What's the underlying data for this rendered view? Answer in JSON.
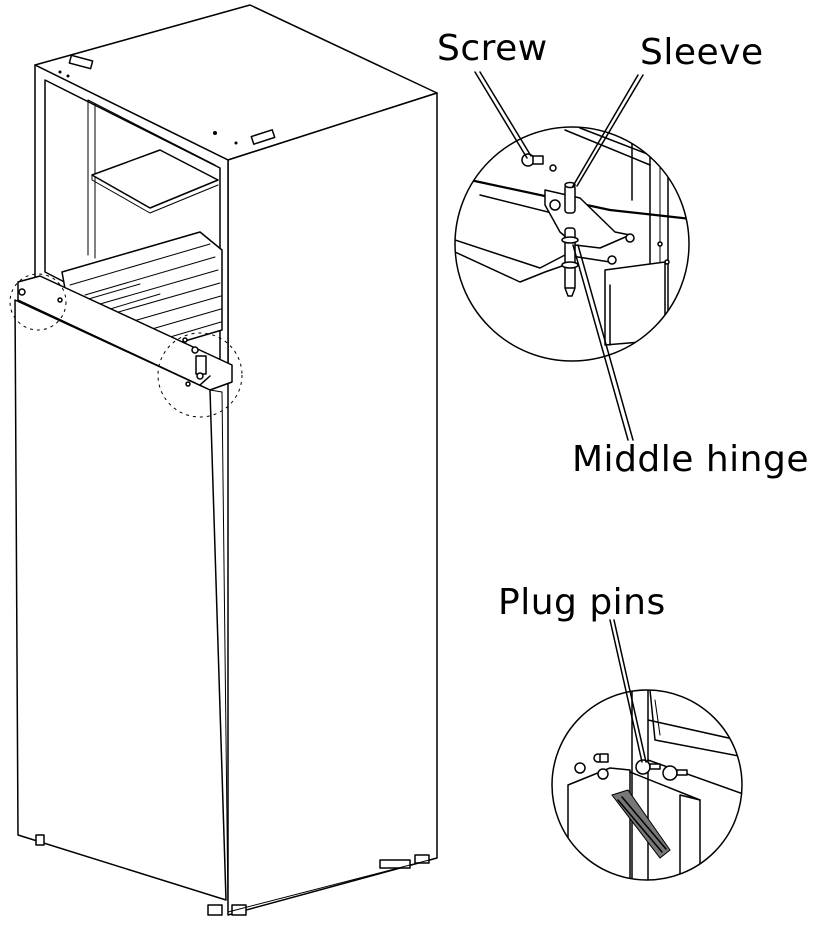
{
  "labels": {
    "screw": "Screw",
    "sleeve": "Sleeve",
    "middle_hinge": "Middle hinge",
    "plug_pins": "Plug pins"
  },
  "colors": {
    "line": "#000000",
    "background": "#ffffff"
  },
  "icons": {
    "refrigerator": "refrigerator-illustration",
    "hinge_detail": "hinge-detail-magnifier",
    "plug_pins_detail": "plug-pins-detail-magnifier"
  }
}
